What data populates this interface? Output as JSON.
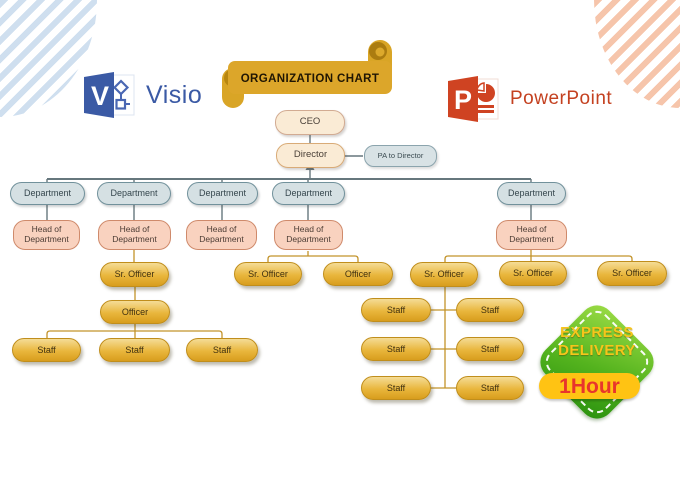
{
  "header": {
    "ribbon_title": "ORGANIZATION CHART"
  },
  "logos": {
    "visio_label": "Visio",
    "visio_initial": "V",
    "powerpoint_label": "PowerPoint",
    "powerpoint_initial": "P"
  },
  "org": {
    "ceo": "CEO",
    "director": "Director",
    "pa": "PA to Director",
    "departments": [
      "Department",
      "Department",
      "Department",
      "Department",
      "Department"
    ],
    "heads": [
      "Head of Department",
      "Head of Department",
      "Head of Department",
      "Head of Department",
      "Head of Department"
    ],
    "branch2": {
      "sr_officer": "Sr. Officer",
      "officer": "Officer",
      "staff": [
        "Staff",
        "Staff",
        "Staff"
      ]
    },
    "branch4": {
      "sr_officer": "Sr. Officer",
      "officer": "Officer"
    },
    "branch5": {
      "sr_officers": [
        "Sr. Officer",
        "Sr. Officer",
        "Sr. Officer"
      ],
      "staff": [
        "Staff",
        "Staff",
        "Staff",
        "Staff",
        "Staff",
        "Staff"
      ]
    }
  },
  "badge": {
    "line1": "EXPRESS",
    "line2": "DELIVERY",
    "duration": "1Hour"
  },
  "colors": {
    "gold_box": "#E3AF2E",
    "department_fill": "#D5E0E3",
    "head_fill": "#F9D2BF",
    "exec_fill": "#FAEBD5",
    "pa_fill": "#D8E2E5",
    "ribbon_gold": "#D9A526",
    "badge_green": "#4CA81B",
    "banner_yellow": "#FFC313",
    "banner_text_red": "#E8352C",
    "visio_blue": "#3B5AA5",
    "powerpoint_red": "#C44120",
    "connector_gray": "#66777D",
    "connector_gold": "#C2932A"
  }
}
